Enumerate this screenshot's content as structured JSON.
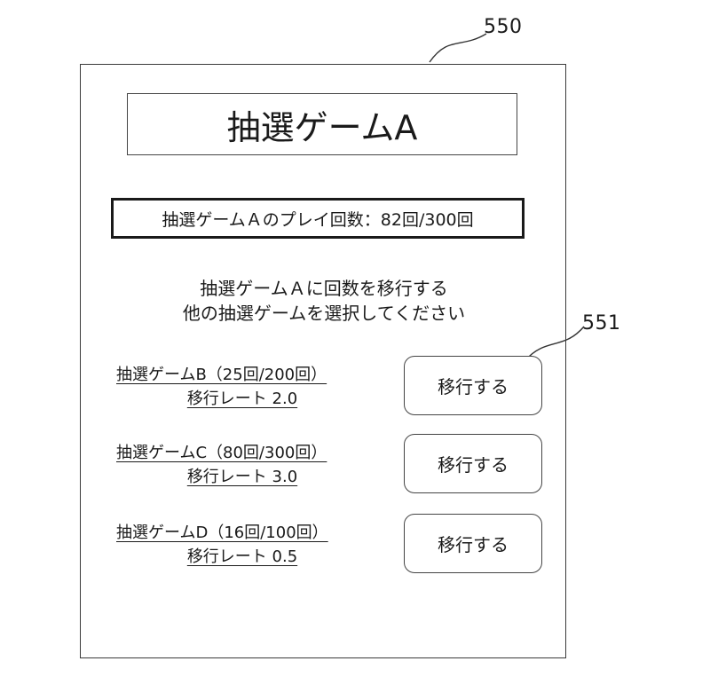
{
  "refs": {
    "panel": "550",
    "button": "551"
  },
  "title": "抽選ゲームA",
  "play_count": "抽選ゲームＡのプレイ回数：82回/300回",
  "instruction": {
    "line1": "抽選ゲームＡに回数を移行する",
    "line2": "他の抽選ゲームを選択してください"
  },
  "games": [
    {
      "line1": "抽選ゲームB（25回/200回）",
      "line2": "移行レート 2.0",
      "button": "移行する"
    },
    {
      "line1": "抽選ゲームC（80回/300回）",
      "line2": "移行レート 3.0",
      "button": "移行する"
    },
    {
      "line1": "抽選ゲームD（16回/100回）",
      "line2": "移行レート 0.5",
      "button": "移行する"
    }
  ]
}
